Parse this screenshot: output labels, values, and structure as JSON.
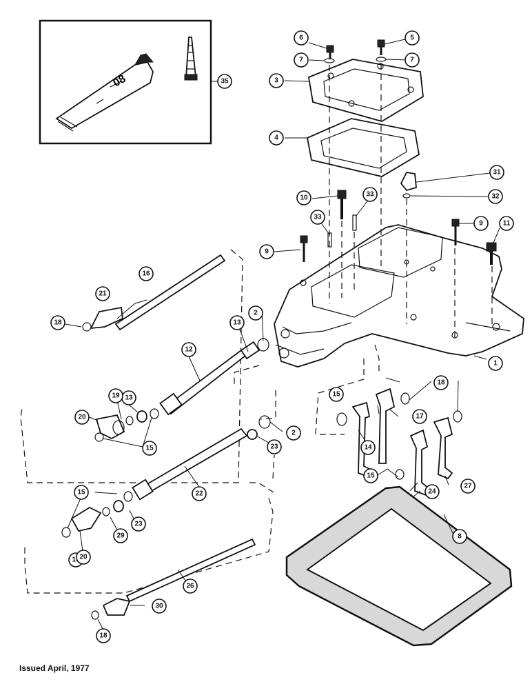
{
  "footer": {
    "issued": "Issued April, 1977"
  },
  "tube": {
    "label": "08"
  },
  "callouts": [
    "1",
    "2",
    "2",
    "3",
    "4",
    "5",
    "6",
    "7",
    "7",
    "8",
    "9",
    "9",
    "10",
    "11",
    "12",
    "13",
    "13",
    "14",
    "15",
    "15",
    "15",
    "15",
    "15",
    "16",
    "17",
    "18",
    "18",
    "18",
    "19",
    "20",
    "20",
    "21",
    "22",
    "23",
    "23",
    "24",
    "26",
    "27",
    "29",
    "30",
    "31",
    "32",
    "33",
    "33",
    "35"
  ]
}
